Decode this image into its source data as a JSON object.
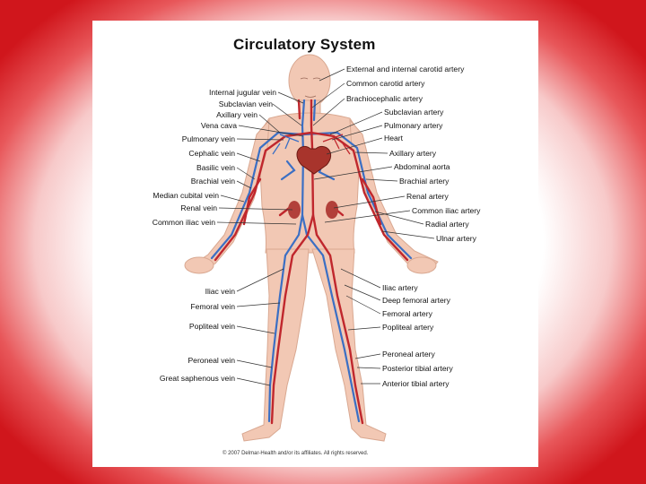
{
  "title": "Circulatory System",
  "labels_right": [
    "External and internal carotid artery",
    "Common carotid artery",
    "Brachiocephalic artery",
    "Subclavian artery",
    "Pulmonary artery",
    "Heart",
    "Axillary artery",
    "Abdominal aorta",
    "Brachial artery",
    "Renal artery",
    "Common iliac artery",
    "Radial artery",
    "Ulnar artery",
    "Iliac artery",
    "Deep femoral artery",
    "Femoral artery",
    "Popliteal artery",
    "Peroneal artery",
    "Posterior tibial artery",
    "Anterior tibial artery"
  ],
  "labels_left": [
    "Internal jugular vein",
    "Subclavian vein",
    "Axillary vein",
    "Vena cava",
    "Pulmonary vein",
    "Cephalic vein",
    "Basilic vein",
    "Brachial vein",
    "Median cubital vein",
    "Renal vein",
    "Common iliac vein",
    "Iliac vein",
    "Femoral vein",
    "Popliteal vein",
    "Peroneal vein",
    "Great saphenous vein"
  ],
  "copyright": "© 2007 Delmar-Health and/or its affiliates. All rights reserved.",
  "colors": {
    "artery": "#c0272d",
    "vein": "#3b6fc4",
    "skin": "#f2c8b4",
    "frame": "#d8141a"
  }
}
